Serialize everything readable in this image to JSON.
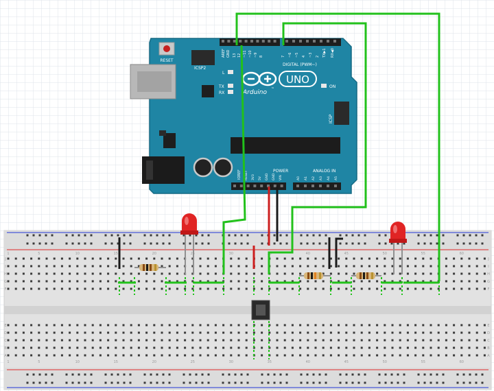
{
  "board": {
    "reset_label": "RESET",
    "icsp2_label": "ICSP2",
    "icsp_label": "ICSP",
    "l_label": "L",
    "tx_label": "TX",
    "rx_label": "RX",
    "on_label": "ON",
    "brand_label": "Arduino",
    "trademark": "™",
    "model_label": "UNO",
    "digital_label": "DIGITAL (PWM~)",
    "power_label": "POWER",
    "analog_label": "ANALOG IN",
    "aref_label": "AREF",
    "gnd_label": "GND",
    "ioref_label": "IOREF",
    "top_pins": [
      "13",
      "12",
      "~11",
      "~10",
      "~9",
      "8",
      "7",
      "~6",
      "~5",
      "4",
      "~3",
      "2",
      "TX▶1",
      "RX◀0"
    ],
    "power_pins": [
      "RESET",
      "3V3",
      "5V",
      "GND",
      "GND",
      "VIN"
    ],
    "analog_pins": [
      "A0",
      "A1",
      "A2",
      "A3",
      "A4",
      "A5"
    ]
  },
  "breadboard": {
    "row_labels": [
      "J",
      "I",
      "H",
      "G",
      "F",
      "E",
      "D",
      "C",
      "B",
      "A"
    ],
    "column_numbers": [
      "1",
      "5",
      "10",
      "15",
      "20",
      "25",
      "30",
      "35",
      "40",
      "45",
      "50",
      "55",
      "60"
    ]
  },
  "colors": {
    "board": "#1f85a4",
    "board_edge": "#166a84",
    "wire_green": "#22c11b",
    "wire_red": "#cc1f1f",
    "wire_black": "#1a1a1a",
    "led": "#e02424",
    "grid": "#dde3ea",
    "rail_red": "#e05050",
    "rail_blue": "#4a58d8",
    "breadboard": "#e2e2e2"
  },
  "icons": {
    "board": "arduino-uno-icon",
    "led": "red-led-icon",
    "resistor": "resistor-icon",
    "button": "push-button-icon"
  }
}
